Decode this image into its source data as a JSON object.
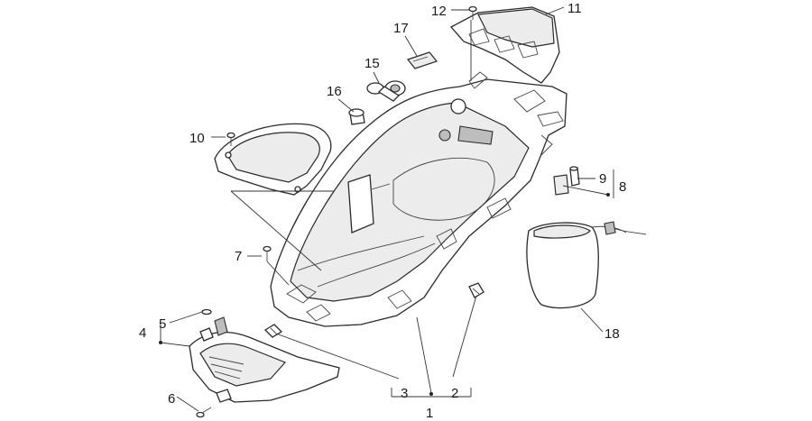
{
  "callouts": {
    "c1": "1",
    "c2": "2",
    "c3": "3",
    "c4": "4",
    "c5": "5",
    "c6": "6",
    "c7": "7",
    "c8": "8",
    "c9": "9",
    "c10": "10",
    "c11": "11",
    "c12": "12",
    "c15": "15",
    "c16": "16",
    "c17": "17",
    "c18": "18"
  }
}
